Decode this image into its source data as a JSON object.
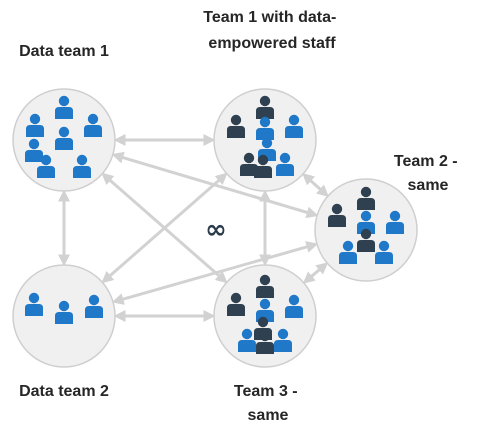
{
  "nodes": {
    "data_team_1": {
      "label": "Data team 1",
      "people": {
        "blue": 7,
        "dark": 0
      }
    },
    "team_1": {
      "label_lines": [
        "Team 1 with data-",
        "empowered staff"
      ],
      "people": {
        "blue": 4,
        "dark": 4
      }
    },
    "team_2": {
      "label_lines": [
        "Team 2 -",
        "same"
      ],
      "people": {
        "blue": 4,
        "dark": 4
      }
    },
    "data_team_2": {
      "label": "Data team 2",
      "people": {
        "blue": 3,
        "dark": 0
      }
    },
    "team_3": {
      "label_lines": [
        "Team 3 -",
        "same"
      ],
      "people": {
        "blue": 4,
        "dark": 4
      }
    }
  },
  "center_symbol": "∞",
  "colors": {
    "blue_person": "#1f78c8",
    "dark_person": "#2f4050",
    "circle_fill": "#f0f0f0",
    "circle_stroke": "#cfcfcf",
    "arrow": "#d2d2d2"
  },
  "connections": [
    [
      "data_team_1",
      "team_1"
    ],
    [
      "data_team_1",
      "team_2"
    ],
    [
      "data_team_1",
      "team_3"
    ],
    [
      "data_team_1",
      "data_team_2"
    ],
    [
      "team_1",
      "team_2"
    ],
    [
      "team_1",
      "team_3"
    ],
    [
      "team_1",
      "data_team_2"
    ],
    [
      "team_2",
      "team_3"
    ],
    [
      "team_2",
      "data_team_2"
    ],
    [
      "data_team_2",
      "team_3"
    ]
  ]
}
